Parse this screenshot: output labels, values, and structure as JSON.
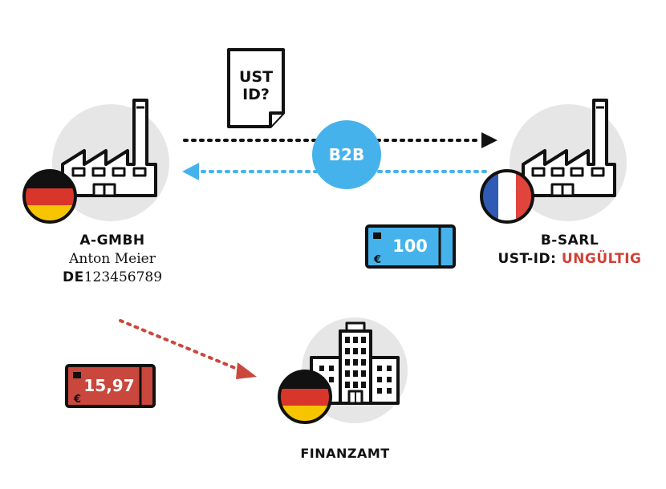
{
  "colors": {
    "circle_bg": "#e6e6e6",
    "outline": "#111111",
    "blue": "#46b2ec",
    "red": "#c9473c",
    "invalid_text": "#d04235"
  },
  "document": {
    "line1": "UST",
    "line2": "ID?"
  },
  "bubble": {
    "label": "B2B"
  },
  "seller": {
    "name": "A-GMBH",
    "person": "Anton Meier",
    "vat_prefix": "DE",
    "vat_number": "123456789",
    "flag": "germany-flag-icon"
  },
  "buyer": {
    "name": "B-SARL",
    "vat_label": "UST-ID:",
    "vat_status": "UNGÜLTIG",
    "flag": "france-flag-icon"
  },
  "payments": {
    "payment": {
      "amount": "100",
      "currency": "€"
    },
    "tax": {
      "amount": "15,97",
      "currency": "€"
    }
  },
  "tax_office": {
    "name": "FINANZAMT",
    "flag": "germany-flag-icon"
  }
}
